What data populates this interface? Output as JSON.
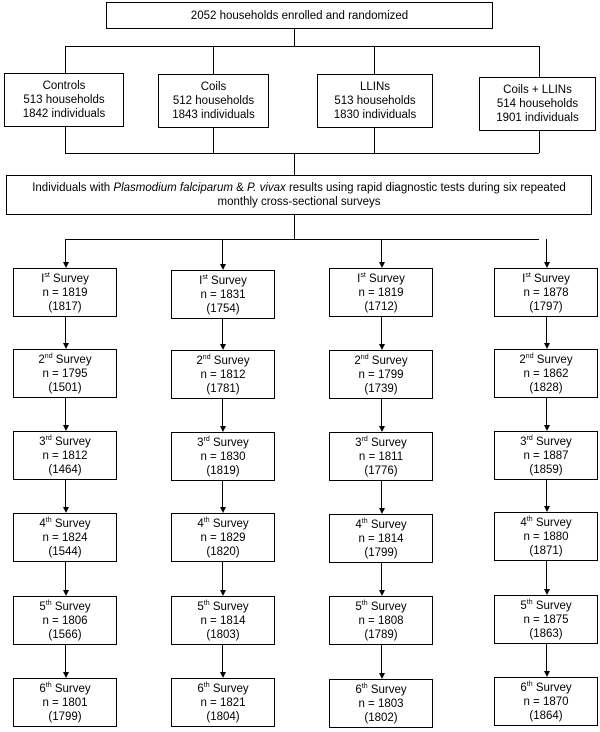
{
  "enrollment": {
    "text": "2052 households enrolled and randomized"
  },
  "arms": [
    {
      "name": "Controls",
      "households": "513 households",
      "individuals": "1842 individuals"
    },
    {
      "name": "Coils",
      "households": "512 households",
      "individuals": "1843 individuals"
    },
    {
      "name": "LLINs",
      "households": "513 households",
      "individuals": "1830 individuals"
    },
    {
      "name": "Coils + LLINs",
      "households": "514 households",
      "individuals": "1901 individuals"
    }
  ],
  "summary": {
    "pre": "Individuals with ",
    "pf": "Plasmodium falciparum",
    "amp": " & ",
    "pv": "P. vivax",
    "post": " results using rapid diagnostic tests during six repeated",
    "line2": "monthly cross-sectional surveys"
  },
  "survey_title_suffix": "Survey",
  "surveys": [
    {
      "ordinal": "I",
      "sup": "st",
      "n": [
        "n = 1819",
        "n = 1831",
        "n = 1819",
        "n = 1878"
      ],
      "paren": [
        "(1817)",
        "(1754)",
        "(1712)",
        "(1797)"
      ]
    },
    {
      "ordinal": "2",
      "sup": "nd",
      "n": [
        "n = 1795",
        "n = 1812",
        "n = 1799",
        "n = 1862"
      ],
      "paren": [
        "(1501)",
        "(1781)",
        "(1739)",
        "(1828)"
      ]
    },
    {
      "ordinal": "3",
      "sup": "rd",
      "n": [
        "n = 1812",
        "n = 1830",
        "n = 1811",
        "n = 1887"
      ],
      "paren": [
        "(1464)",
        "(1819)",
        "(1776)",
        "(1859)"
      ]
    },
    {
      "ordinal": "4",
      "sup": "th",
      "n": [
        "n = 1824",
        "n = 1829",
        "n = 1814",
        "n = 1880"
      ],
      "paren": [
        "(1544)",
        "(1820)",
        "(1799)",
        "(1871)"
      ]
    },
    {
      "ordinal": "5",
      "sup": "th",
      "n": [
        "n = 1806",
        "n = 1814",
        "n = 1808",
        "n = 1875"
      ],
      "paren": [
        "(1566)",
        "(1803)",
        "(1789)",
        "(1863)"
      ]
    },
    {
      "ordinal": "6",
      "sup": "th",
      "n": [
        "n = 1801",
        "n = 1821",
        "n = 1803",
        "n = 1870"
      ],
      "paren": [
        "(1799)",
        "(1804)",
        "(1802)",
        "(1864)"
      ]
    }
  ]
}
